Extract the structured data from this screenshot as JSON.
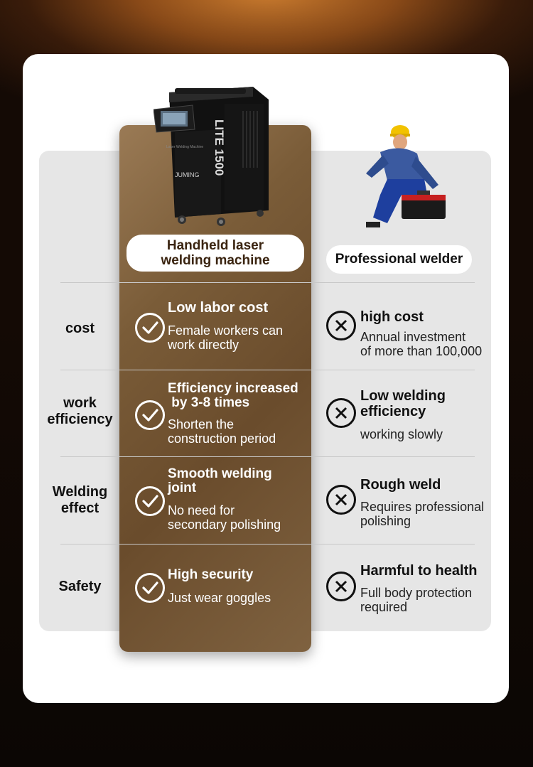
{
  "header": {
    "left_column": "Handheld laser\nwelding machine",
    "right_column": "Professional welder"
  },
  "machine": {
    "model_text": "LITE 1500",
    "brand_text": "JUMING",
    "sub_text": "Laser Welding Machine"
  },
  "rows": [
    {
      "label": "cost",
      "laser_title": "Low labor cost",
      "laser_text": "Female workers can\nwork directly",
      "welder_title": "high cost",
      "welder_text": "Annual investment\nof more than 100,000"
    },
    {
      "label": "work\nefficiency",
      "laser_title": "Efficiency increased\n by 3-8 times",
      "laser_text": "Shorten the\nconstruction period",
      "welder_title": "Low welding\nefficiency",
      "welder_text": "working slowly"
    },
    {
      "label": "Welding\neffect",
      "laser_title": "Smooth welding\njoint",
      "laser_text": "No need for\nsecondary polishing",
      "welder_title": "Rough weld",
      "welder_text": "Requires professional\npolishing"
    },
    {
      "label": "Safety",
      "laser_title": "High security",
      "laser_text": "Just wear goggles",
      "welder_title": "Harmful to health",
      "welder_text": "Full body protection\nrequired"
    }
  ],
  "colors": {
    "gold": "#7a5c38",
    "table_bg": "#e6e6e6",
    "card": "#ffffff"
  },
  "icons": {
    "positive": "check-circle-icon",
    "negative": "x-circle-icon"
  }
}
